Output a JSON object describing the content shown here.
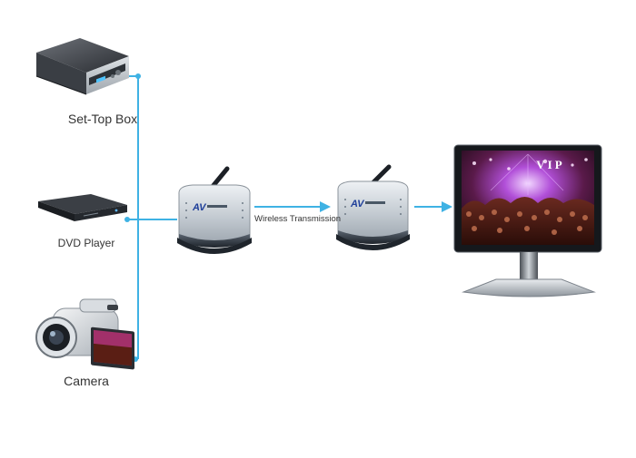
{
  "diagram": {
    "sources": [
      {
        "id": "set-top-box",
        "label": "Set-Top Box"
      },
      {
        "id": "dvd-player",
        "label": "DVD Player"
      },
      {
        "id": "camera",
        "label": "Camera"
      }
    ],
    "link_label": "Wireless Transmission",
    "transmitter_brand": "AV",
    "receiver_brand": "AV",
    "display_caption": "VIP"
  },
  "colors": {
    "connector": "#3fb2e4",
    "unit_silver": "#c8cfd6",
    "unit_dark": "#2e3640",
    "brand_blue": "#1f3f9a"
  }
}
